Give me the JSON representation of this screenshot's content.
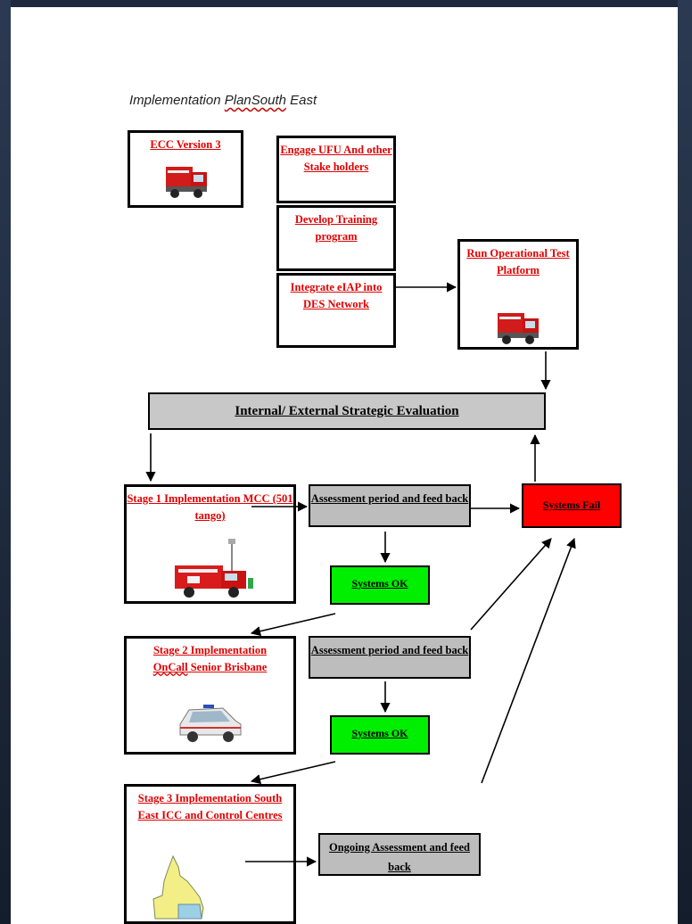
{
  "title": {
    "prefix": "Implementation ",
    "squiggly": "PlanSouth",
    "suffix": " East"
  },
  "boxes": {
    "ecc": "ECC Version 3",
    "engage": "Engage UFU And other Stake holders",
    "develop": "Develop Training program",
    "integrate": "Integrate eIAP into DES Network",
    "run": "Run Operational Test Platform",
    "evaluation": "Internal/ External Strategic Evaluation",
    "stage1": "Stage 1 Implementation MCC (501 tango)",
    "assess1": "Assessment period and feed back",
    "systems_fail": "Systems Fail",
    "ok1": "Systems OK",
    "stage2_line1": "Stage 2 Implementation",
    "stage2_prefix": "",
    "stage2_squiggly": "OnCall",
    "stage2_suffix": " Senior Brisbane",
    "assess2": "Assessment period and feed back",
    "ok2": "Systems OK",
    "stage3": "Stage 3 Implementation South East ICC and Control Centres",
    "ongoing": "Ongoing Assessment and feed back"
  },
  "icons": {
    "ecc": "fire-truck-icon",
    "run": "fire-truck-icon",
    "stage1": "command-vehicle-icon",
    "stage2": "sedan-car-icon",
    "stage3": "queensland-map-icon"
  },
  "colors": {
    "label_red": "#e00000",
    "fail_red": "#ff0000",
    "ok_green": "#00ee00",
    "grey": "#bdbdbd",
    "slide_background": "#1e2a3c"
  }
}
